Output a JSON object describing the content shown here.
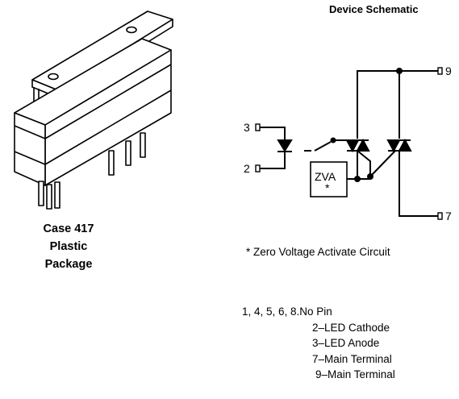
{
  "package": {
    "caption_lines": [
      "Case 417",
      "Plastic",
      "Package"
    ]
  },
  "schematic": {
    "title": "Device Schematic",
    "pins": {
      "p3": "3",
      "p2": "2",
      "p9": "9",
      "p7": "7"
    },
    "zva_label": "ZVA",
    "zva_star": "*",
    "note": "* Zero Voltage Activate Circuit"
  },
  "pin_table": [
    "1, 4, 5, 6, 8.No Pin",
    "2–LED Cathode",
    "3–LED Anode",
    "7–Main Terminal",
    "9–Main Terminal"
  ]
}
